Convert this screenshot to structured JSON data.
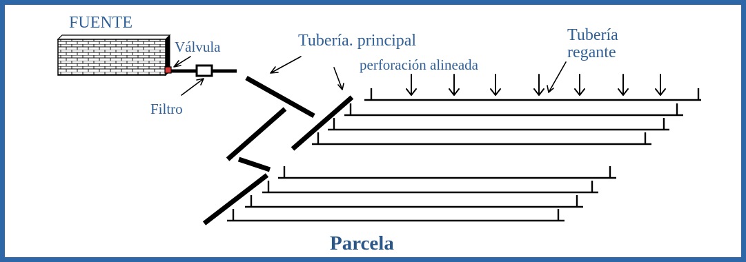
{
  "labels": {
    "source": "FUENTE",
    "valve": "Válvula",
    "filter": "Filtro",
    "main_pipe": "Tubería. principal",
    "perforation": "perforación alineada",
    "irrigating_pipe_line1": "Tubería",
    "irrigating_pipe_line2": "regante",
    "plot": "Parcela"
  },
  "colors": {
    "frame": "#2e67a8",
    "text": "#2f5f96",
    "lines": "#000000",
    "valve": "#d83a3a"
  }
}
